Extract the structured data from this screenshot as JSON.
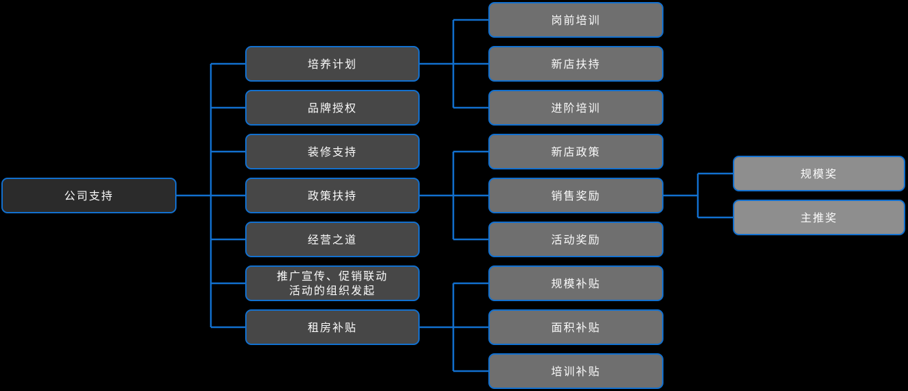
{
  "colors": {
    "background": "#000000",
    "line": "#1270cf",
    "node_border": "#1270cf",
    "text": "#fafafa",
    "root_fill": "#2b2b2b",
    "level2_fill": "#474747",
    "level3_fill": "#6f6f6f",
    "level4_fill": "#8e8e8e"
  },
  "mindmap": {
    "root": {
      "label": "公司支持"
    },
    "children": [
      {
        "label": "培养计划",
        "children": [
          {
            "label": "岗前培训"
          },
          {
            "label": "新店扶持"
          },
          {
            "label": "进阶培训"
          }
        ]
      },
      {
        "label": "品牌授权"
      },
      {
        "label": "装修支持"
      },
      {
        "label": "政策扶持",
        "children": [
          {
            "label": "新店政策"
          },
          {
            "label": "销售奖励",
            "children": [
              {
                "label": "规模奖"
              },
              {
                "label": "主推奖"
              }
            ]
          },
          {
            "label": "活动奖励"
          }
        ]
      },
      {
        "label": "经营之道"
      },
      {
        "label": "推广宣传、促销联动\n活动的组织发起"
      },
      {
        "label": "租房补贴",
        "children": [
          {
            "label": "规模补贴"
          },
          {
            "label": "面积补贴"
          },
          {
            "label": "培训补贴"
          }
        ]
      }
    ]
  }
}
